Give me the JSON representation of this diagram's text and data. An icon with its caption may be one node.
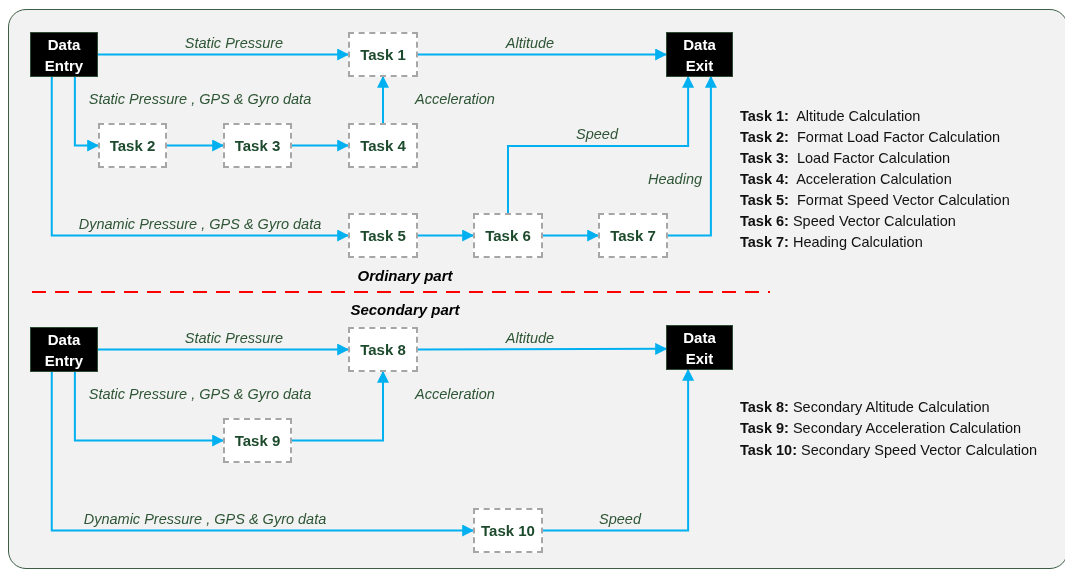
{
  "diagram": {
    "nodes": [
      {
        "text": [
          "Data Entry"
        ]
      },
      {
        "text": [
          "Task 1"
        ]
      },
      {
        "text": [
          "Data Exit"
        ]
      },
      {
        "text": [
          "Task 2"
        ]
      },
      {
        "text": [
          "Task 3"
        ]
      },
      {
        "text": [
          "Task 4"
        ]
      },
      {
        "text": [
          "Task 5"
        ]
      },
      {
        "text": [
          "Task 6"
        ]
      },
      {
        "text": [
          "Task 7"
        ]
      },
      {
        "text": [
          "Data Entry"
        ]
      },
      {
        "text": [
          "Task 8"
        ]
      },
      {
        "text": [
          "Data Exit"
        ]
      },
      {
        "text": [
          "Task 9"
        ]
      },
      {
        "text": [
          "Task 10"
        ]
      }
    ],
    "edges": [
      {
        "from": 0,
        "to": 1,
        "arrow": "to",
        "label": "Static Pressure"
      },
      {
        "from": 1,
        "to": 2,
        "arrow": "to",
        "label": "Altitude"
      },
      {
        "from": 0,
        "to": 3,
        "arrow": "to",
        "label": "Static Pressure , GPS & Gyro data"
      },
      {
        "from": 3,
        "to": 4,
        "arrow": "to"
      },
      {
        "from": 4,
        "to": 5,
        "arrow": "to"
      },
      {
        "from": 5,
        "to": 1,
        "arrow": "to",
        "label": "Acceleration"
      },
      {
        "from": 0,
        "to": 6,
        "arrow": "to",
        "label": "Dynamic Pressure , GPS & Gyro data"
      },
      {
        "from": 6,
        "to": 7,
        "arrow": "to"
      },
      {
        "from": 7,
        "to": 8,
        "arrow": "to"
      },
      {
        "from": 7,
        "to": 2,
        "arrow": "to",
        "label": "Speed"
      },
      {
        "from": 8,
        "to": 2,
        "arrow": "to",
        "label": "Heading"
      },
      {
        "from": 9,
        "to": 10,
        "arrow": "to",
        "label": "Static Pressure"
      },
      {
        "from": 10,
        "to": 11,
        "arrow": "to",
        "label": "Altitude"
      },
      {
        "from": 9,
        "to": 12,
        "arrow": "to",
        "label": "Static Pressure , GPS & Gyro data"
      },
      {
        "from": 12,
        "to": 10,
        "arrow": "to",
        "label": "Acceleration"
      },
      {
        "from": 9,
        "to": 13,
        "arrow": "to",
        "label": "Dynamic Pressure , GPS & Gyro data"
      },
      {
        "from": 13,
        "to": 11,
        "arrow": "to",
        "label": "Speed"
      }
    ],
    "labels": [
      "Ordinary part",
      "Secondary part",
      "**Task 1:**  Altitude Calculation",
      "**Task 2:**  Format Load Factor Calculation",
      "**Task 3:**  Load Factor Calculation",
      "**Task 4:**  Acceleration Calculation",
      "**Task 5:**  Format Speed Vector Calculation",
      "**Task 6:** Speed Vector Calculation",
      "**Task 7:** Heading Calculation",
      "**Task 8:** Secondary Altitude Calculation",
      "**Task 9:** Secondary Acceleration Calculation",
      "**Task 10:** Secondary Speed Vector Calculation"
    ]
  }
}
